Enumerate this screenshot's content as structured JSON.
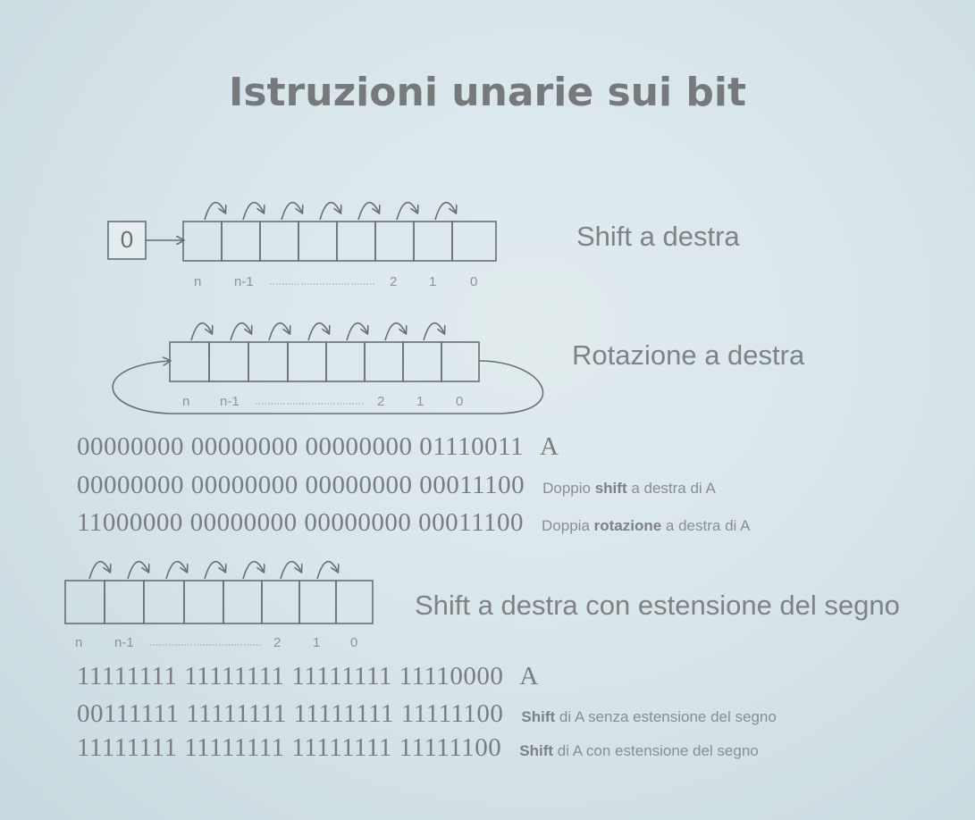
{
  "title": "Istruzioni unarie sui bit",
  "sections": {
    "shift_right": {
      "label": "Shift a destra",
      "input_bit": "0",
      "indices": {
        "n": "n",
        "n1": "n-1",
        "i2": "2",
        "i1": "1",
        "i0": "0"
      }
    },
    "rotate_right": {
      "label": "Rotazione a destra",
      "indices": {
        "n": "n",
        "n1": "n-1",
        "i2": "2",
        "i1": "1",
        "i0": "0"
      }
    },
    "example1": {
      "row1": {
        "bits": "00000000 00000000 00000000 01110011",
        "tag": "A"
      },
      "row2": {
        "bits": "00000000 00000000 00000000 00011100",
        "note_pre": "Doppio ",
        "note_bold": "shift",
        "note_post": " a destra di A"
      },
      "row3": {
        "bits": "11000000 00000000 00000000 00011100",
        "note_pre": "Doppia ",
        "note_bold": "rotazione",
        "note_post": " a destra di A"
      }
    },
    "sign_extend": {
      "label": "Shift a destra con estensione del segno",
      "indices": {
        "n": "n",
        "n1": "n-1",
        "i2": "2",
        "i1": "1",
        "i0": "0"
      }
    },
    "example2": {
      "row1": {
        "bits": "11111111 11111111 11111111 11110000",
        "tag": "A"
      },
      "row2": {
        "bits": "00111111 11111111 11111111 11111100",
        "note_bold": "Shift",
        "note_post": " di A senza estensione del segno"
      },
      "row3": {
        "bits": "11111111 11111111 11111111 11111100",
        "note_bold": "Shift",
        "note_post": " di A con estensione del segno"
      }
    }
  }
}
